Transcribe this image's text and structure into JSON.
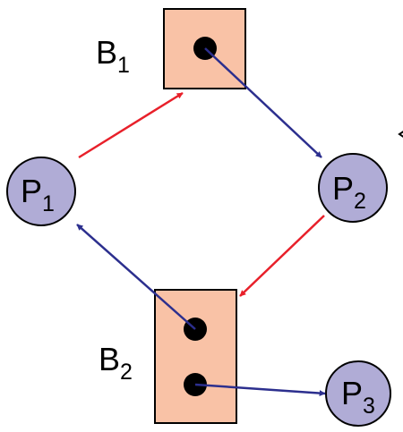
{
  "diagram": {
    "nodes": {
      "b1": {
        "label": "B",
        "subscript": "1"
      },
      "b2": {
        "label": "B",
        "subscript": "2"
      },
      "p1": {
        "label": "P",
        "subscript": "1"
      },
      "p2": {
        "label": "P",
        "subscript": "2"
      },
      "p3": {
        "label": "P",
        "subscript": "3"
      }
    },
    "edges": [
      {
        "from": "P1",
        "to": "B1",
        "kind": "request"
      },
      {
        "from": "B1",
        "to": "P2",
        "kind": "assignment"
      },
      {
        "from": "P2",
        "to": "B2",
        "kind": "request"
      },
      {
        "from": "B2",
        "to": "P1",
        "kind": "assignment"
      },
      {
        "from": "B2",
        "to": "P3",
        "kind": "assignment"
      }
    ],
    "colors": {
      "resource_fill": "#f9c2a6",
      "process_fill": "#b0acd6",
      "request_edge": "#e8202a",
      "assignment_edge": "#2c2f8e",
      "outline": "#000000",
      "instance_dot": "#000000"
    }
  }
}
